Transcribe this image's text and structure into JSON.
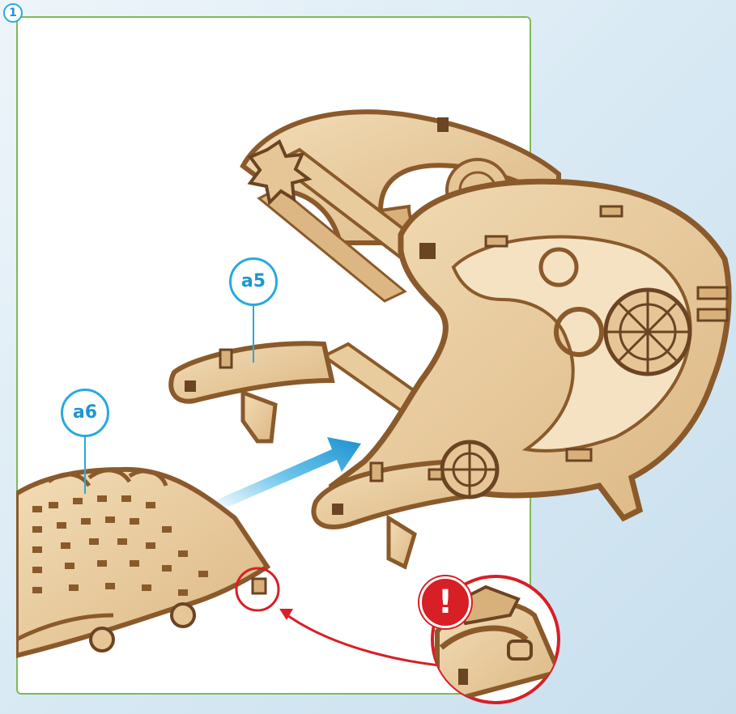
{
  "step": {
    "number": "1"
  },
  "callouts": {
    "a5": "a5",
    "a6": "a6"
  },
  "warning": {
    "symbol": "!"
  },
  "colors": {
    "border": "#7dbb55",
    "callout": "#29a9e0",
    "wood_light": "#ecd2a6",
    "wood_mid": "#d8b07a",
    "wood_dark": "#8a5a2b",
    "arrow": "#29a9e0",
    "warning": "#d71f26"
  }
}
